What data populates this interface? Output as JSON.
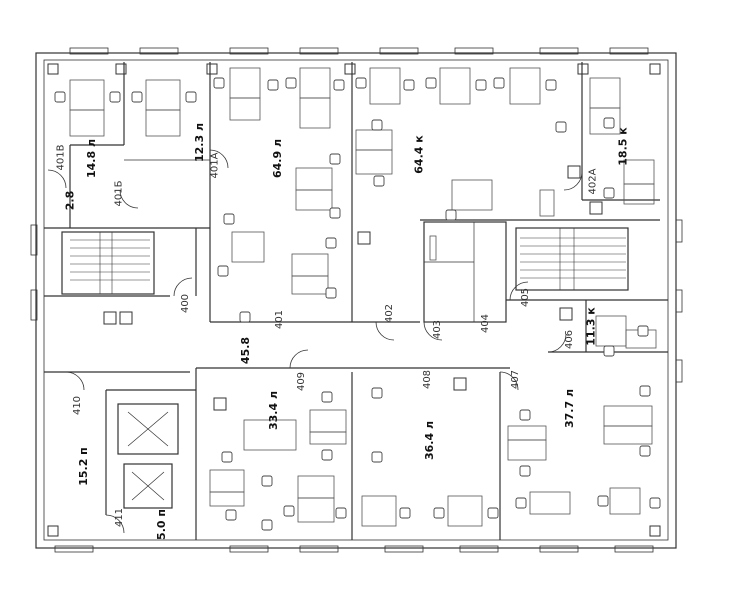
{
  "rooms": [
    {
      "id": "r401v",
      "number": "401В",
      "area": "14.8",
      "mark": "л"
    },
    {
      "id": "r401b",
      "number": "401Б",
      "area": "2.8",
      "mark": ""
    },
    {
      "id": "r401a",
      "number": "401А",
      "area": "12.3",
      "mark": "л"
    },
    {
      "id": "r401",
      "number": "401",
      "area": "64.9",
      "mark": "л"
    },
    {
      "id": "r402",
      "number": "402",
      "area": "64.4",
      "mark": "к"
    },
    {
      "id": "r402a",
      "number": "402А",
      "area": "18.5",
      "mark": "к"
    },
    {
      "id": "r400",
      "number": "400",
      "area": "",
      "mark": ""
    },
    {
      "id": "r403",
      "number": "403",
      "area": "",
      "mark": ""
    },
    {
      "id": "r404",
      "number": "404",
      "area": "",
      "mark": ""
    },
    {
      "id": "r405",
      "number": "405",
      "area": "",
      "mark": ""
    },
    {
      "id": "r406",
      "number": "406",
      "area": "11.3",
      "mark": "к"
    },
    {
      "id": "corridor",
      "number": "",
      "area": "45.8",
      "mark": ""
    },
    {
      "id": "r409",
      "number": "409",
      "area": "33.4",
      "mark": "л"
    },
    {
      "id": "r408",
      "number": "408",
      "area": "36.4",
      "mark": "л"
    },
    {
      "id": "r407",
      "number": "407",
      "area": "37.7",
      "mark": "л"
    },
    {
      "id": "r410",
      "number": "410",
      "area": "15.2",
      "mark": "п"
    },
    {
      "id": "r411",
      "number": "411",
      "area": "5.0",
      "mark": "п"
    }
  ],
  "labels": {
    "n401v": "401В",
    "n401b": "401Б",
    "n401a": "401А",
    "n401": "401",
    "n402": "402",
    "n402a": "402А",
    "n400": "400",
    "n403": "403",
    "n404": "404",
    "n405": "405",
    "n406": "406",
    "n409": "409",
    "n408": "408",
    "n407": "407",
    "n410": "410",
    "n411": "411",
    "a148": "14.8 л",
    "a28": "2.8",
    "a123": "12.3 л",
    "a649": "64.9 л",
    "a644": "64.4 к",
    "a185": "18.5 к",
    "a113": "11.3 к",
    "a458": "45.8",
    "a334": "33.4 л",
    "a364": "36.4 л",
    "a377": "37.7 л",
    "a152": "15.2 п",
    "a50": "5.0 п"
  }
}
